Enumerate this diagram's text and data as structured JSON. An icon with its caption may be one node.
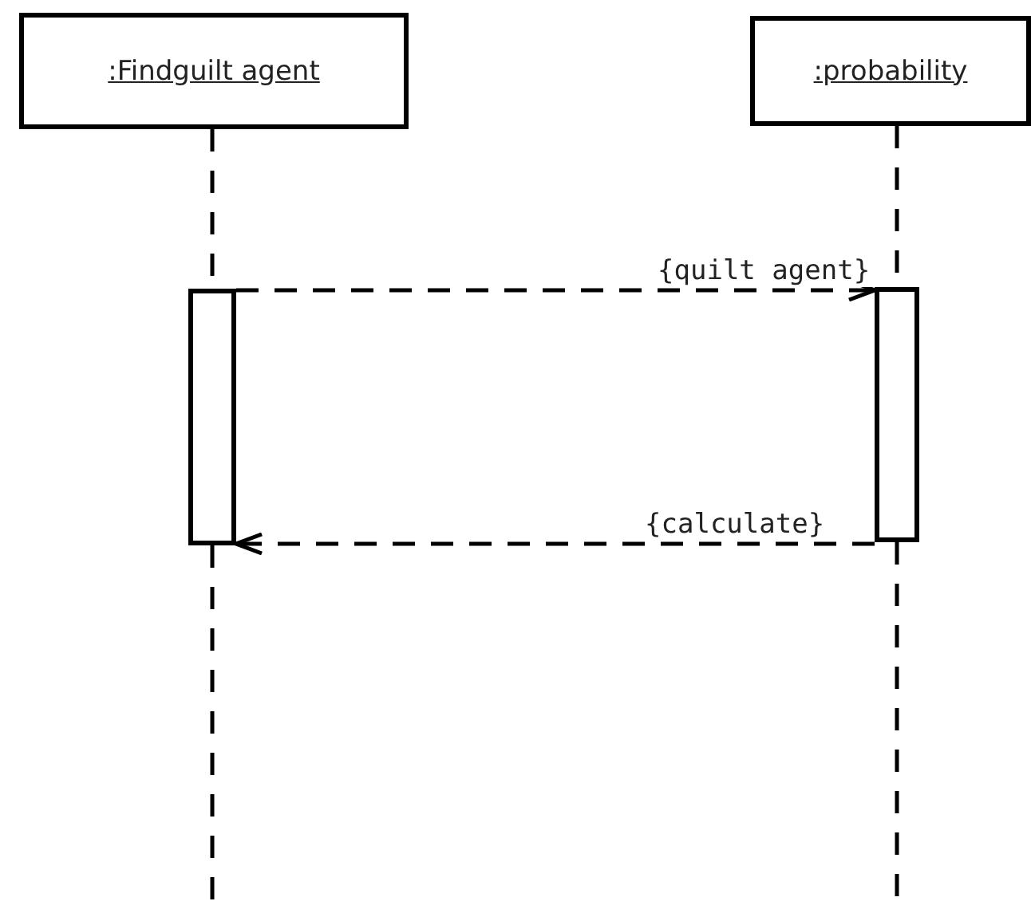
{
  "diagram": {
    "nodes": [
      {
        "text": [
          ":Findguilt agent"
        ]
      },
      {
        "text": [
          ":probability"
        ]
      },
      {
        "text": [],
        "shape": "bar"
      },
      {
        "text": [],
        "shape": "bar"
      }
    ],
    "edges": [
      {
        "from": 0,
        "to": 2,
        "arrow": "none",
        "style": "dashed"
      },
      {
        "from": 1,
        "to": 3,
        "arrow": "none",
        "style": "dashed"
      },
      {
        "from": 2,
        "to": 3,
        "arrow": "to",
        "style": "dashed",
        "label": "{quilt agent}"
      },
      {
        "from": 3,
        "to": 2,
        "arrow": "to",
        "style": "dashed",
        "label": "{calculate}"
      },
      {
        "from": 2,
        "to": null,
        "arrow": "none",
        "style": "dashed"
      },
      {
        "from": 3,
        "to": null,
        "arrow": "none",
        "style": "dashed"
      }
    ]
  }
}
